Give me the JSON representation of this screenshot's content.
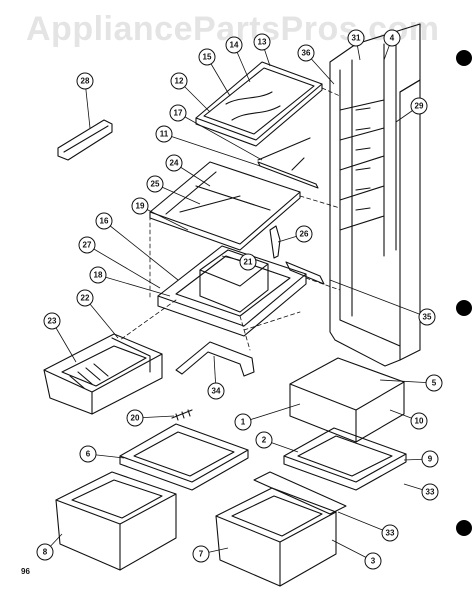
{
  "watermark": "AppliancePartsPros.com",
  "page_number": "96",
  "callouts": [
    {
      "id": "c28",
      "label": "28"
    },
    {
      "id": "c15",
      "label": "15"
    },
    {
      "id": "c14",
      "label": "14"
    },
    {
      "id": "c13",
      "label": "13"
    },
    {
      "id": "c12",
      "label": "12"
    },
    {
      "id": "c17",
      "label": "17"
    },
    {
      "id": "c11",
      "label": "11"
    },
    {
      "id": "c24",
      "label": "24"
    },
    {
      "id": "c25",
      "label": "25"
    },
    {
      "id": "c19",
      "label": "19"
    },
    {
      "id": "c16",
      "label": "16"
    },
    {
      "id": "c27",
      "label": "27"
    },
    {
      "id": "c18",
      "label": "18"
    },
    {
      "id": "c21",
      "label": "21"
    },
    {
      "id": "c26",
      "label": "26"
    },
    {
      "id": "c36",
      "label": "36"
    },
    {
      "id": "c31",
      "label": "31"
    },
    {
      "id": "c4",
      "label": "4"
    },
    {
      "id": "c29",
      "label": "29"
    },
    {
      "id": "c35",
      "label": "35"
    },
    {
      "id": "c22",
      "label": "22"
    },
    {
      "id": "c23",
      "label": "23"
    },
    {
      "id": "c34",
      "label": "34"
    },
    {
      "id": "c20",
      "label": "20"
    },
    {
      "id": "c5",
      "label": "5"
    },
    {
      "id": "c1",
      "label": "1"
    },
    {
      "id": "c10",
      "label": "10"
    },
    {
      "id": "c2",
      "label": "2"
    },
    {
      "id": "c6",
      "label": "6"
    },
    {
      "id": "c9",
      "label": "9"
    },
    {
      "id": "c33a",
      "label": "33"
    },
    {
      "id": "c33b",
      "label": "33"
    },
    {
      "id": "c8",
      "label": "8"
    },
    {
      "id": "c7",
      "label": "7"
    },
    {
      "id": "c3",
      "label": "3"
    }
  ]
}
